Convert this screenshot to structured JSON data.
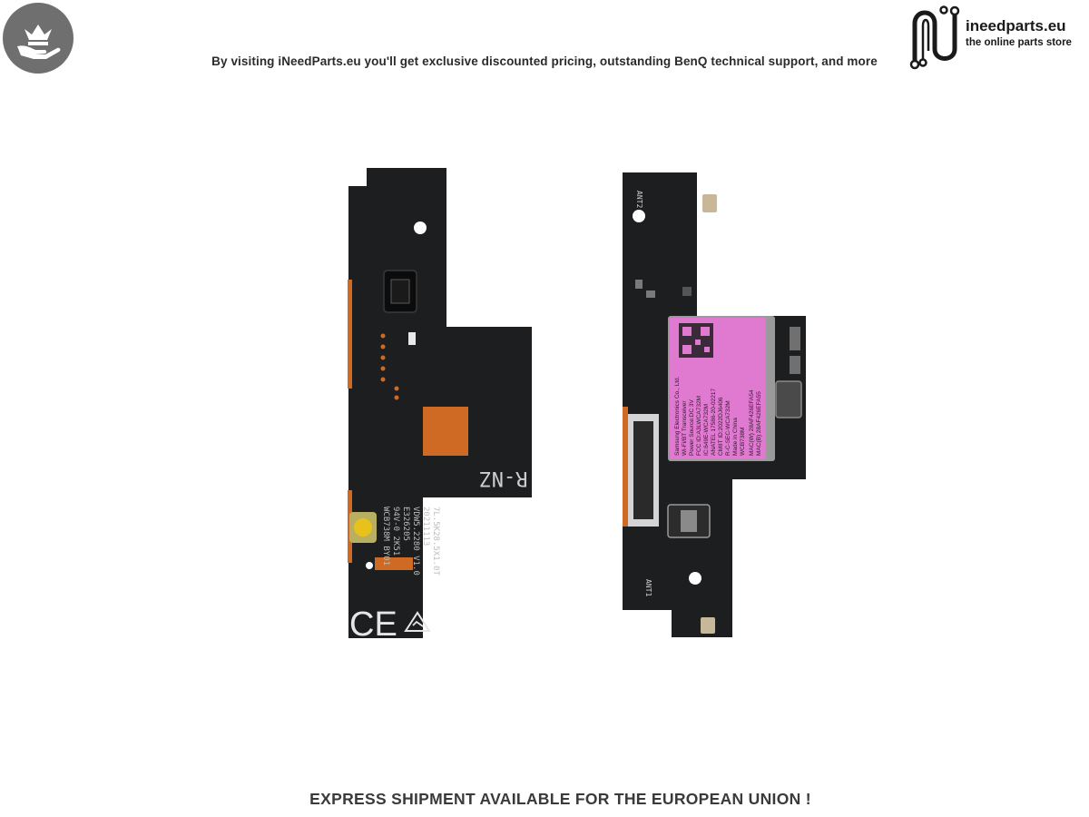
{
  "header": {
    "tagline": "By visiting iNeedParts.eu you'll get exclusive discounted pricing, outstanding BenQ technical support, and more",
    "badge_icon": "crown-hand-icon"
  },
  "logo": {
    "name": "ineedparts.eu",
    "slogan": "the online parts store",
    "icon": "circuit-n-logo-icon"
  },
  "board_front": {
    "region_mark": "R-NZ",
    "labels": [
      "WCB738M BY01",
      "94V-0 2K51",
      "E326205",
      "VDW5.2280 V1.0",
      "20211113",
      "7L.5K28.5X1.0T"
    ],
    "ce_mark": "CE",
    "rcm_mark": "RCM"
  },
  "board_back": {
    "ant_labels": [
      "ANT2",
      "ANT1"
    ],
    "module_label": [
      "Samsung Electronics Co., Ltd.",
      "Wi-Fi/BT Transceiver",
      "Power Source:DC 3V",
      "FCC ID:A3LWCA732M",
      "IC:649E-WCA732M",
      "ANATEL 17586-20-02217",
      "CMIIT ID:2022DJ6406",
      "R-C-SEC-WCA732M",
      "Made in China",
      "WCB738M"
    ],
    "mac_labels": [
      "MAC(W) 28AF426EFA54",
      "MAC(B) 28AF426EFA55"
    ]
  },
  "footer": {
    "text": "EXPRESS SHIPMENT AVAILABLE FOR THE EUROPEAN UNION !"
  },
  "colors": {
    "board": "#1d1e20",
    "copper": "#cf6a24",
    "label_pink": "#e07ad0",
    "badge_gray": "#6f6f6f"
  }
}
